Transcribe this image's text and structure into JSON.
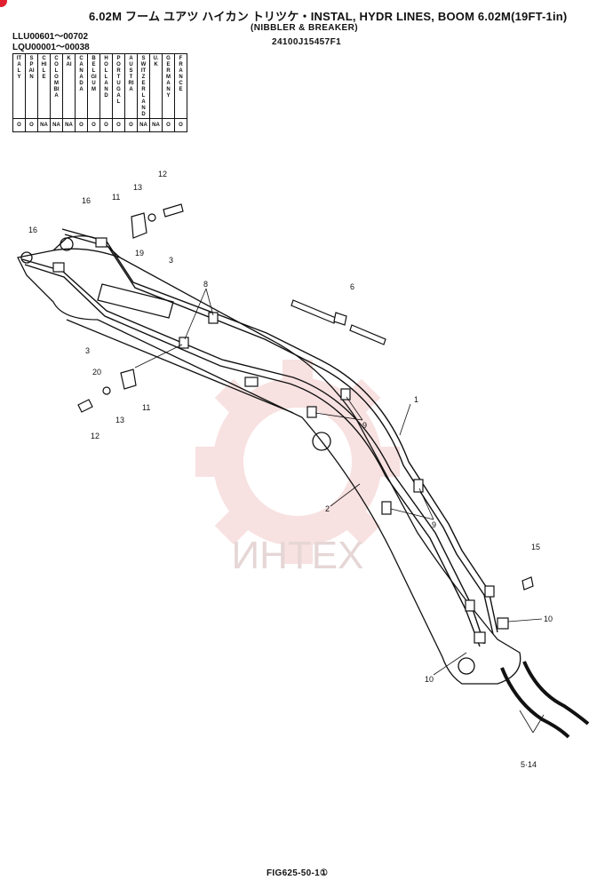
{
  "header": {
    "title": "6.02M フーム ユアツ ハイカン トリツケ・INSTAL, HYDR LINES, BOOM 6.02M(19FT-1in)",
    "subtitle": "(NIBBLER & BREAKER)",
    "part_number": "24100J15457F1",
    "serial_ranges": [
      "LLU00601～00702",
      "LQU00001～00038"
    ]
  },
  "country_table": {
    "columns": [
      {
        "name": "ITALY",
        "code": "O"
      },
      {
        "name": "SPAIN",
        "code": "O"
      },
      {
        "name": "CHILE",
        "code": "NA"
      },
      {
        "name": "COLOMBIA",
        "code": "NA"
      },
      {
        "name": "KAI",
        "code": "NA"
      },
      {
        "name": "CANADA",
        "code": "O"
      },
      {
        "name": "BELGIUM",
        "code": "O"
      },
      {
        "name": "HOLLAND",
        "code": "O"
      },
      {
        "name": "PORTUGAL",
        "code": "O"
      },
      {
        "name": "AUSTRIA",
        "code": "O"
      },
      {
        "name": "SWITZERLAND",
        "code": "NA"
      },
      {
        "name": "U.K",
        "code": "NA"
      },
      {
        "name": "GERMANY",
        "code": "O"
      },
      {
        "name": "FRANCE",
        "code": "O"
      }
    ]
  },
  "callouts": {
    "c1": "1",
    "c2": "2",
    "c3a": "3",
    "c3b": "3",
    "c5_14": "5·14",
    "c6": "6",
    "c8": "8",
    "c9a": "9",
    "c9b": "9",
    "c10a": "10",
    "c10b": "10",
    "c11a": "11",
    "c11b": "11",
    "c12a": "12",
    "c12b": "12",
    "c13a": "13",
    "c13b": "13",
    "c15": "15",
    "c16a": "16",
    "c16b": "16",
    "c19": "19",
    "c20": "20"
  },
  "watermark": {
    "text": "ИНТЕХ",
    "color": "#e8d8d8",
    "gear_color": "#f3c9c9"
  },
  "footer": {
    "figure_id": "FIG625-50-1①"
  }
}
